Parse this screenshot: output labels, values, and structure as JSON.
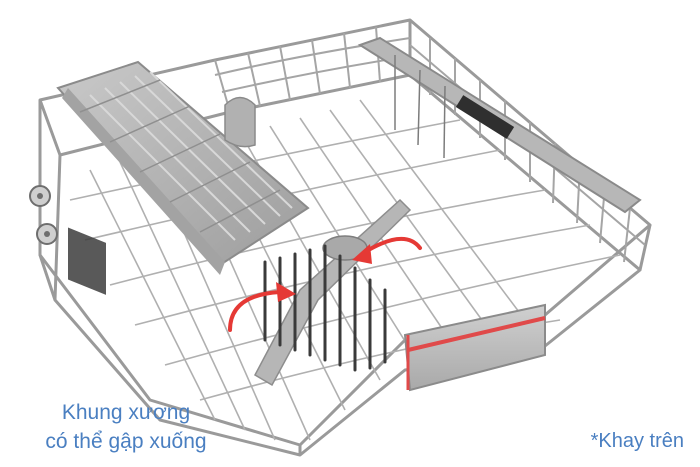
{
  "image": {
    "subject": "dishwasher-upper-rack",
    "colors": {
      "background": "#ffffff",
      "wire": "#9a9a9a",
      "wire_dark": "#7b7b7b",
      "basket": "#b8b8b8",
      "basket_dark": "#8f8f8f",
      "tines": "#3a3a3a",
      "arrow": "#e53935",
      "label_text": "#4a7fc1",
      "handle_stripe": "#e04a4a"
    }
  },
  "caption": {
    "line1": "Khung xương",
    "line2": "có thể gập xuống"
  },
  "note": {
    "text": "*Khay trên"
  }
}
